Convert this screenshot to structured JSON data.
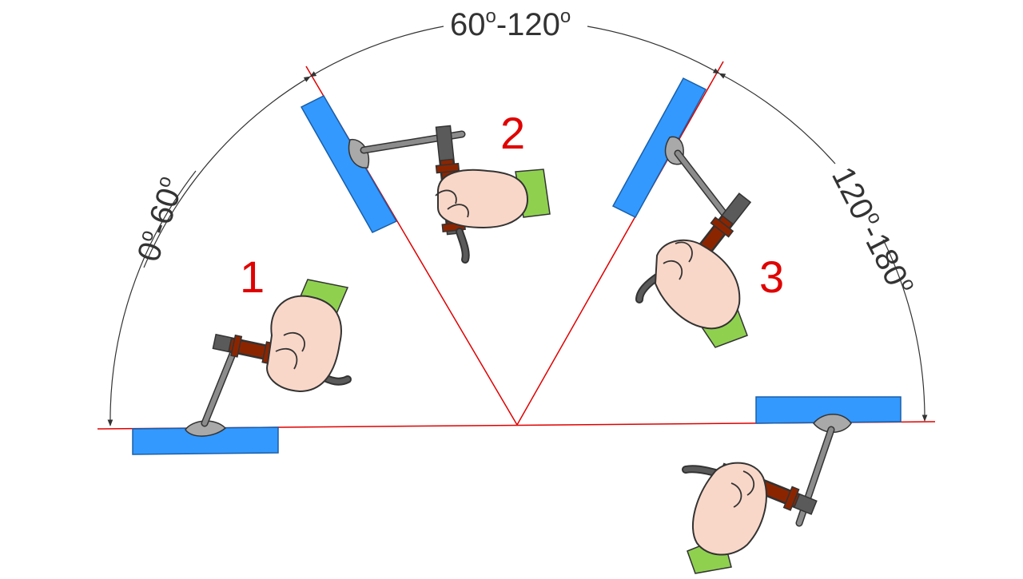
{
  "colors": {
    "plate": "#3399ff",
    "plate_stroke": "#1a5fa8",
    "ref_line": "#e00000",
    "arc": "#333333",
    "bead": "#a9a9a9",
    "electrode": "#8c8c8c",
    "holder": "#5a5a5a",
    "holder_grip": "#8b2500",
    "skin": "#f9d7c8",
    "skin_stroke": "#333333",
    "sleeve": "#8fd14f"
  },
  "angle_labels": [
    {
      "range": "0°-60°",
      "parts": [
        "0",
        "o",
        "-60",
        "o"
      ]
    },
    {
      "range": "60°-120°",
      "parts": [
        "60",
        "o",
        "-120",
        "o"
      ]
    },
    {
      "range": "120°-180°",
      "parts": [
        "120",
        "o",
        "-180",
        "o"
      ]
    }
  ],
  "positions": [
    {
      "number": "1"
    },
    {
      "number": "2"
    },
    {
      "number": "3"
    }
  ]
}
